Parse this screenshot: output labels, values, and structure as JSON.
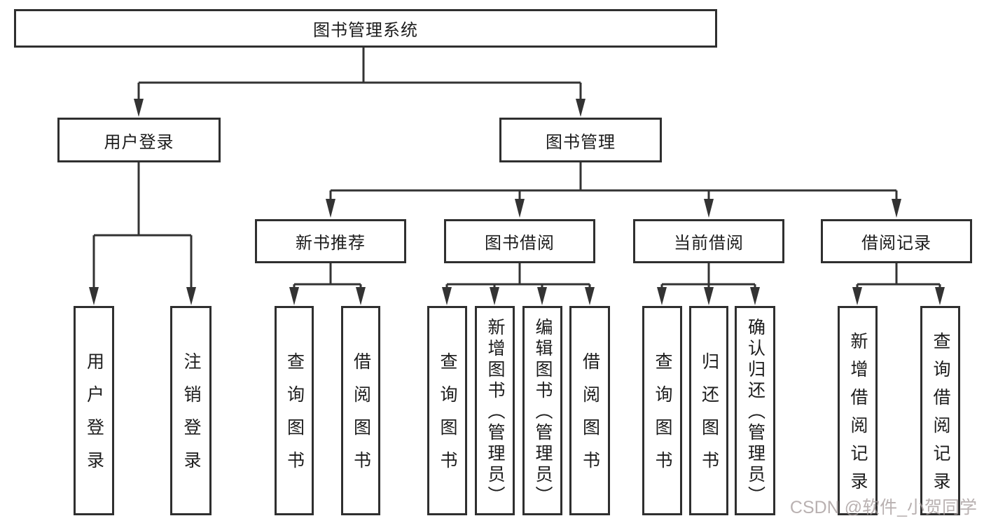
{
  "diagram": {
    "root": {
      "label": "图书管理系统"
    },
    "level2": [
      {
        "label": "用户登录"
      },
      {
        "label": "图书管理"
      }
    ],
    "level3": [
      {
        "label": "新书推荐"
      },
      {
        "label": "图书借阅"
      },
      {
        "label": "当前借阅"
      },
      {
        "label": "借阅记录"
      }
    ],
    "leaves": [
      {
        "label": "用户登录"
      },
      {
        "label": "注销登录"
      },
      {
        "label": "查询图书"
      },
      {
        "label": "借阅图书"
      },
      {
        "label": "查询图书"
      },
      {
        "label": "新增图书（管理员）"
      },
      {
        "label": "编辑图书（管理员）"
      },
      {
        "label": "借阅图书"
      },
      {
        "label": "查询图书"
      },
      {
        "label": "归还图书"
      },
      {
        "label": "确认归还（管理员）"
      },
      {
        "label": "新增借阅记录"
      },
      {
        "label": "查询借阅记录"
      }
    ]
  },
  "watermark": {
    "text": "CSDN @软件_小贺同学"
  },
  "colors": {
    "line": "#333333",
    "border": "#2f2f2f",
    "text": "#1c1c1c",
    "background": "#ffffff",
    "watermark": "#a89e9e"
  }
}
